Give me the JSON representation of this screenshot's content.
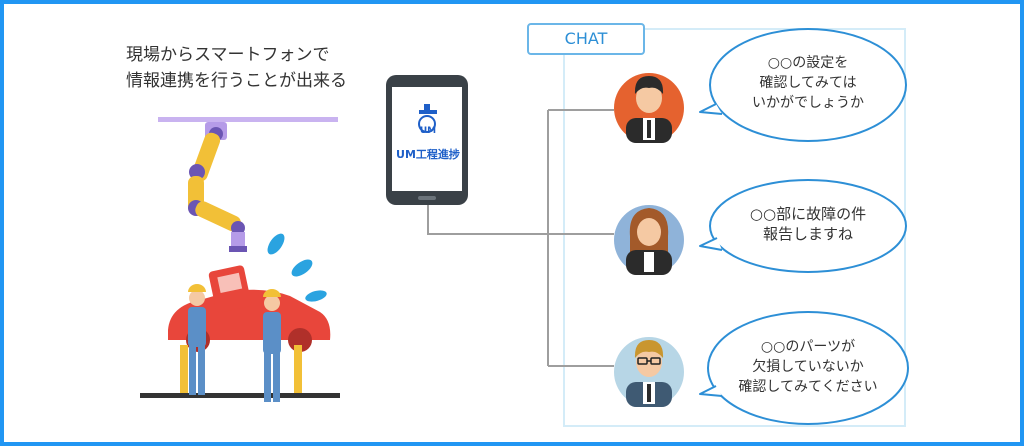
{
  "caption": [
    "現場からスマートフォンで",
    "情報連携を行うことが出来る"
  ],
  "chat_tag": "CHAT",
  "phone": {
    "logo_small": "UM",
    "app_name": "UM工程進捗"
  },
  "messages": [
    {
      "lines": [
        "○○の設定を",
        "確認してみては",
        "いかがでしょうか"
      ]
    },
    {
      "lines": [
        "○○部に故障の件",
        "報告しますね"
      ]
    },
    {
      "lines": [
        "○○のパーツが",
        "欠損していないか",
        "確認してみてください"
      ]
    }
  ],
  "colors": {
    "frame": "#2196f3",
    "accent": "#2d8fd6",
    "robot": "#f2c037",
    "car": "#e8463b",
    "worker": "#5b8fc7"
  }
}
